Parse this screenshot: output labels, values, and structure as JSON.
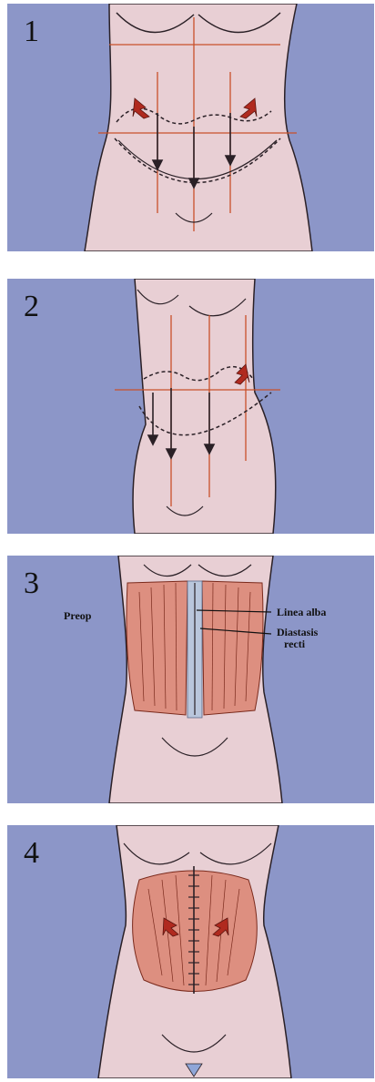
{
  "panels": [
    {
      "number": "1"
    },
    {
      "number": "2"
    },
    {
      "number": "3",
      "labels": {
        "left": "Preop",
        "linea_alba": "Linea alba",
        "diastasis_line1": "Diastasis",
        "diastasis_line2": "recti"
      }
    },
    {
      "number": "4"
    }
  ],
  "colors": {
    "background": "#8c96c8",
    "skin": "#e8cfd4",
    "muscle": "#dd8f80",
    "guide_line": "#c8502a",
    "arrow_red": "#b02a1f"
  }
}
